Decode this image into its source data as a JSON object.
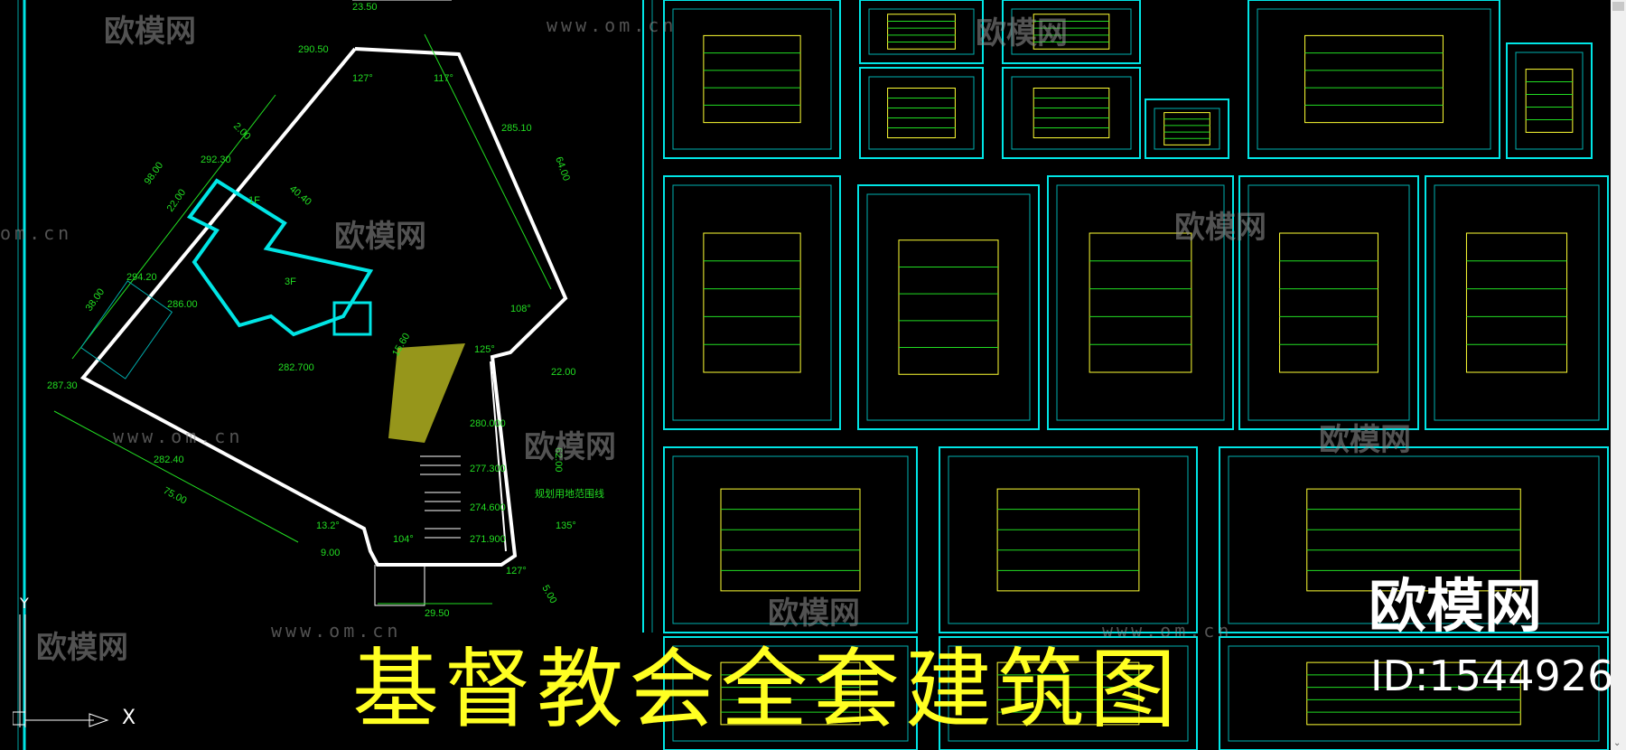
{
  "title": "基督教会全套建筑图",
  "watermark": {
    "brand": "欧模网",
    "url": "www.om.cn",
    "url_short": "om.cn",
    "id_label": "ID:1544926"
  },
  "site_plan": {
    "dimensions": [
      "23.50",
      "290.50",
      "127°",
      "117°",
      "285.10",
      "64.00",
      "2.00",
      "98.00",
      "22.00",
      "292.30",
      "40.40",
      "1F",
      "3F",
      "38.00",
      "294.20",
      "286.00",
      "282.700",
      "15.60",
      "108°",
      "125°",
      "287.30",
      "282.40",
      "75.00",
      "13.2°",
      "9.00",
      "104°",
      "280.000",
      "277.300",
      "274.600",
      "271.900",
      "135°",
      "127°",
      "5.00",
      "22.00",
      "62.00",
      "29.50"
    ],
    "boundary_label": "规划用地范围线"
  },
  "ucs": {
    "x_label": "X",
    "y_label": "Y"
  },
  "colors": {
    "background": "#000000",
    "frame": "#00e5e5",
    "dimension": "#22dd22",
    "title": "#ffff22",
    "drawing": "#ffff33"
  }
}
